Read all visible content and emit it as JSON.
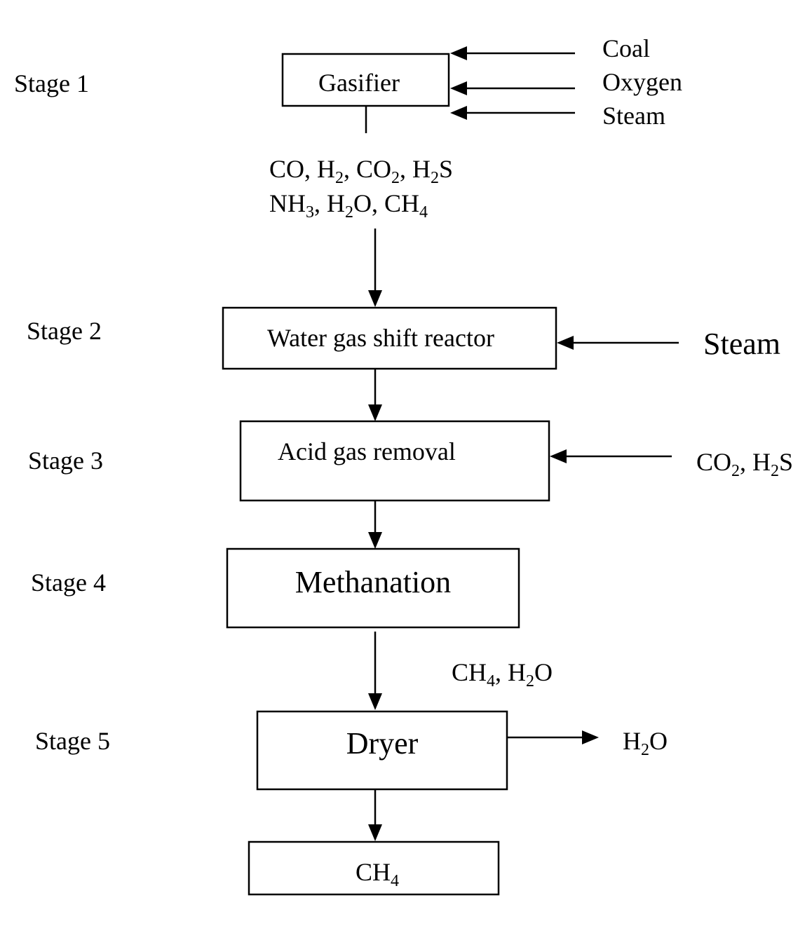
{
  "stages": [
    {
      "label": "Stage 1"
    },
    {
      "label": "Stage 2"
    },
    {
      "label": "Stage 3"
    },
    {
      "label": "Stage 4"
    },
    {
      "label": "Stage 5"
    }
  ],
  "boxes": {
    "gasifier": "Gasifier",
    "water_gas_shift": "Water gas shift reactor",
    "acid_gas_removal": "Acid gas removal",
    "methanation": "Methanation",
    "dryer": "Dryer",
    "product": {
      "base": "CH",
      "sub": "4"
    }
  },
  "inputs": {
    "gasifier": [
      "Coal",
      "Oxygen",
      "Steam"
    ],
    "water_gas_shift": "Steam"
  },
  "streams": {
    "gasifier_products_line1": [
      {
        "t": "CO, H"
      },
      {
        "s": "2"
      },
      {
        "t": ", CO"
      },
      {
        "s": "2"
      },
      {
        "t": ", H"
      },
      {
        "s": "2"
      },
      {
        "t": "S"
      }
    ],
    "gasifier_products_line2": [
      {
        "t": "NH"
      },
      {
        "s": "3"
      },
      {
        "t": ", H"
      },
      {
        "s": "2"
      },
      {
        "t": "O, CH"
      },
      {
        "s": "4"
      }
    ],
    "acid_gas_side": [
      {
        "t": "CO"
      },
      {
        "s": "2"
      },
      {
        "t": ", H"
      },
      {
        "s": "2"
      },
      {
        "t": "S"
      }
    ],
    "methanation_products": [
      {
        "t": "CH"
      },
      {
        "s": "4"
      },
      {
        "t": ", H"
      },
      {
        "s": "2"
      },
      {
        "t": "O"
      }
    ],
    "dryer_output": [
      {
        "t": "H"
      },
      {
        "s": "2"
      },
      {
        "t": "O"
      }
    ]
  }
}
